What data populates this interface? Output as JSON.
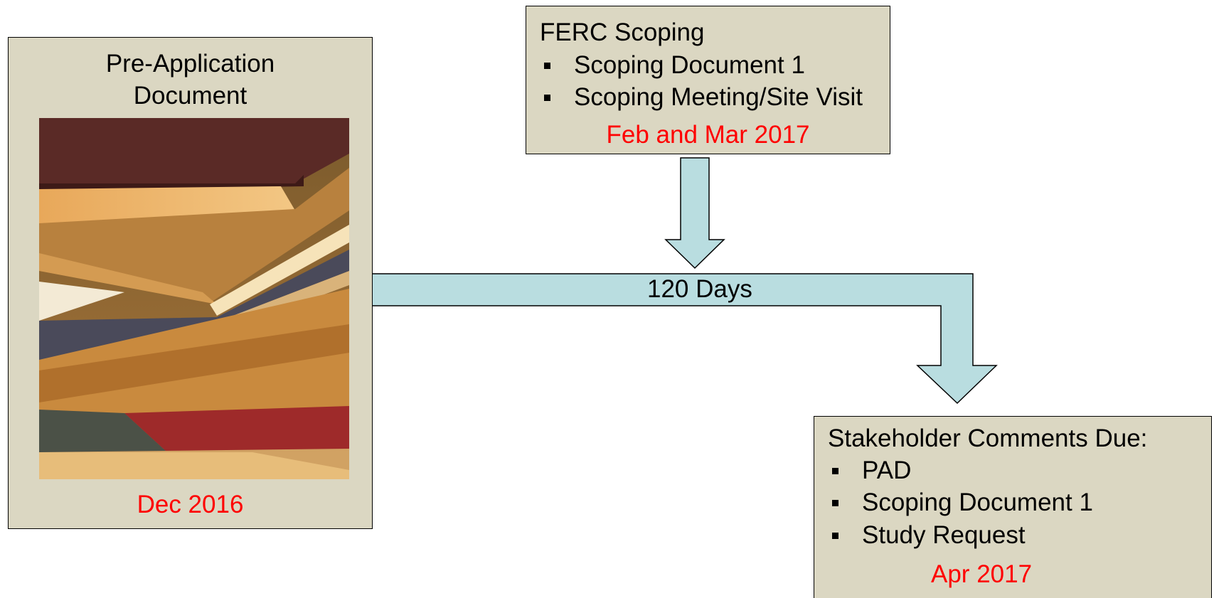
{
  "pad_box": {
    "title_line1": "Pre-Application",
    "title_line2": "Document",
    "date": "Dec 2016",
    "image": "stack-of-old-books-photo"
  },
  "scoping_box": {
    "title": "FERC Scoping",
    "items": [
      "Scoping Document 1",
      "Scoping Meeting/Site Visit"
    ],
    "date": "Feb and Mar 2017"
  },
  "connector": {
    "label": "120 Days"
  },
  "comments_box": {
    "title": "Stakeholder Comments Due:",
    "items": [
      "PAD",
      "Scoping Document 1",
      "Study Request"
    ],
    "date": "Apr 2017"
  },
  "colors": {
    "box_fill": "#dbd7c2",
    "arrow_fill": "#b9dde0",
    "date_text": "#ff0000"
  }
}
